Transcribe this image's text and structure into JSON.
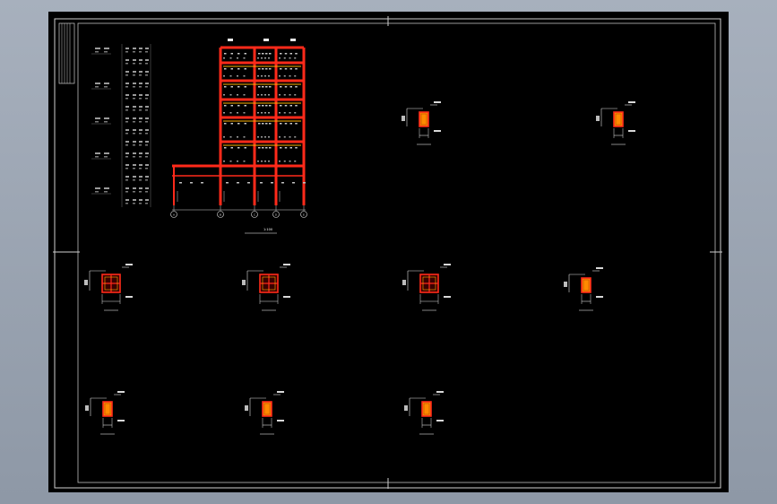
{
  "drawing": {
    "background_color": "#000000",
    "border_color": "#d0d0d0",
    "column_color": "#ff2a1a",
    "section_fill": "#ff8a00",
    "dim_color": "#e0e0e0",
    "frame_title": "",
    "frame_scale": "1:100"
  },
  "sections": [
    {
      "label": "",
      "kind": "rect"
    },
    {
      "label": "",
      "kind": "rect"
    },
    {
      "label": "",
      "kind": "square"
    },
    {
      "label": "",
      "kind": "square"
    },
    {
      "label": "",
      "kind": "square"
    },
    {
      "label": "",
      "kind": "rect"
    },
    {
      "label": "",
      "kind": "rect"
    },
    {
      "label": "",
      "kind": "rect"
    },
    {
      "label": "",
      "kind": "rect"
    }
  ],
  "grid_axes": [
    "A",
    "B",
    "C",
    "D",
    "E"
  ]
}
